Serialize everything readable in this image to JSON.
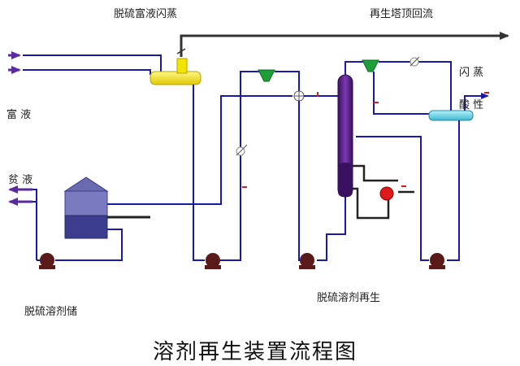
{
  "labels": {
    "desulf_rich_flash": "脱硫富液闪蒸",
    "regen_top_reflux": "再生塔顶回流",
    "rich_liquid": "富 液",
    "lean_liquid": "贫 液",
    "flash_steam": "闪 蒸",
    "acid_gas": "酸 性",
    "desulf_solvent_storage": "脱硫溶剂储",
    "desulf_solvent_regen": "脱硫溶剂再生",
    "main_title": "溶剂再生装置流程图"
  },
  "colors": {
    "pipe": "#1a1aa8",
    "pipe_top": "#333333",
    "tank": "#6a6ab0",
    "tank_bottom": "#3c3c8c",
    "column": "#4b1a7a",
    "flash_drum": "#f2e600",
    "acid_drum": "#6ad6e6",
    "cone": "#1f9e3a",
    "pump": "#5a1a1a",
    "exchanger": "#e01a1a"
  },
  "icons": [
    "flash-drum",
    "storage-tank",
    "regeneration-column",
    "reflux-drum",
    "pump",
    "heat-exchanger",
    "filter-cone",
    "valve"
  ]
}
